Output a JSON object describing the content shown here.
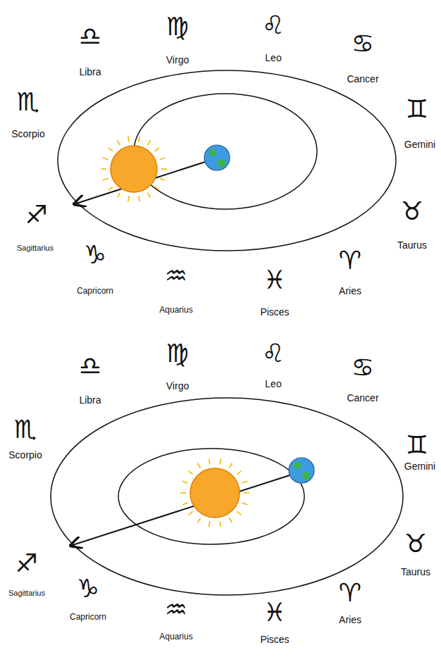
{
  "diagram": {
    "labels": [
      "♎",
      "Libra",
      "♍",
      "Virgo",
      "♌",
      "Leo",
      "♋",
      "Cancer",
      "♏",
      "Scorpio",
      "♊",
      "Gemini",
      "♐",
      "Sagittarius",
      "♉",
      "Taurus",
      "♑",
      "Capricorn",
      "♒",
      "Aquarius",
      "♓",
      "Pisces",
      "♈",
      "Aries",
      "♎",
      "Libra",
      "♍",
      "Virgo",
      "♌",
      "Leo",
      "♋",
      "Cancer",
      "♏",
      "Scorpio",
      "♊",
      "Gemini",
      "♐",
      "Sagittarius",
      "♉",
      "Taurus",
      "♑",
      "Capricorn",
      "♒",
      "Aquarius",
      "♓",
      "Pisces",
      "♈",
      "Aries"
    ]
  }
}
